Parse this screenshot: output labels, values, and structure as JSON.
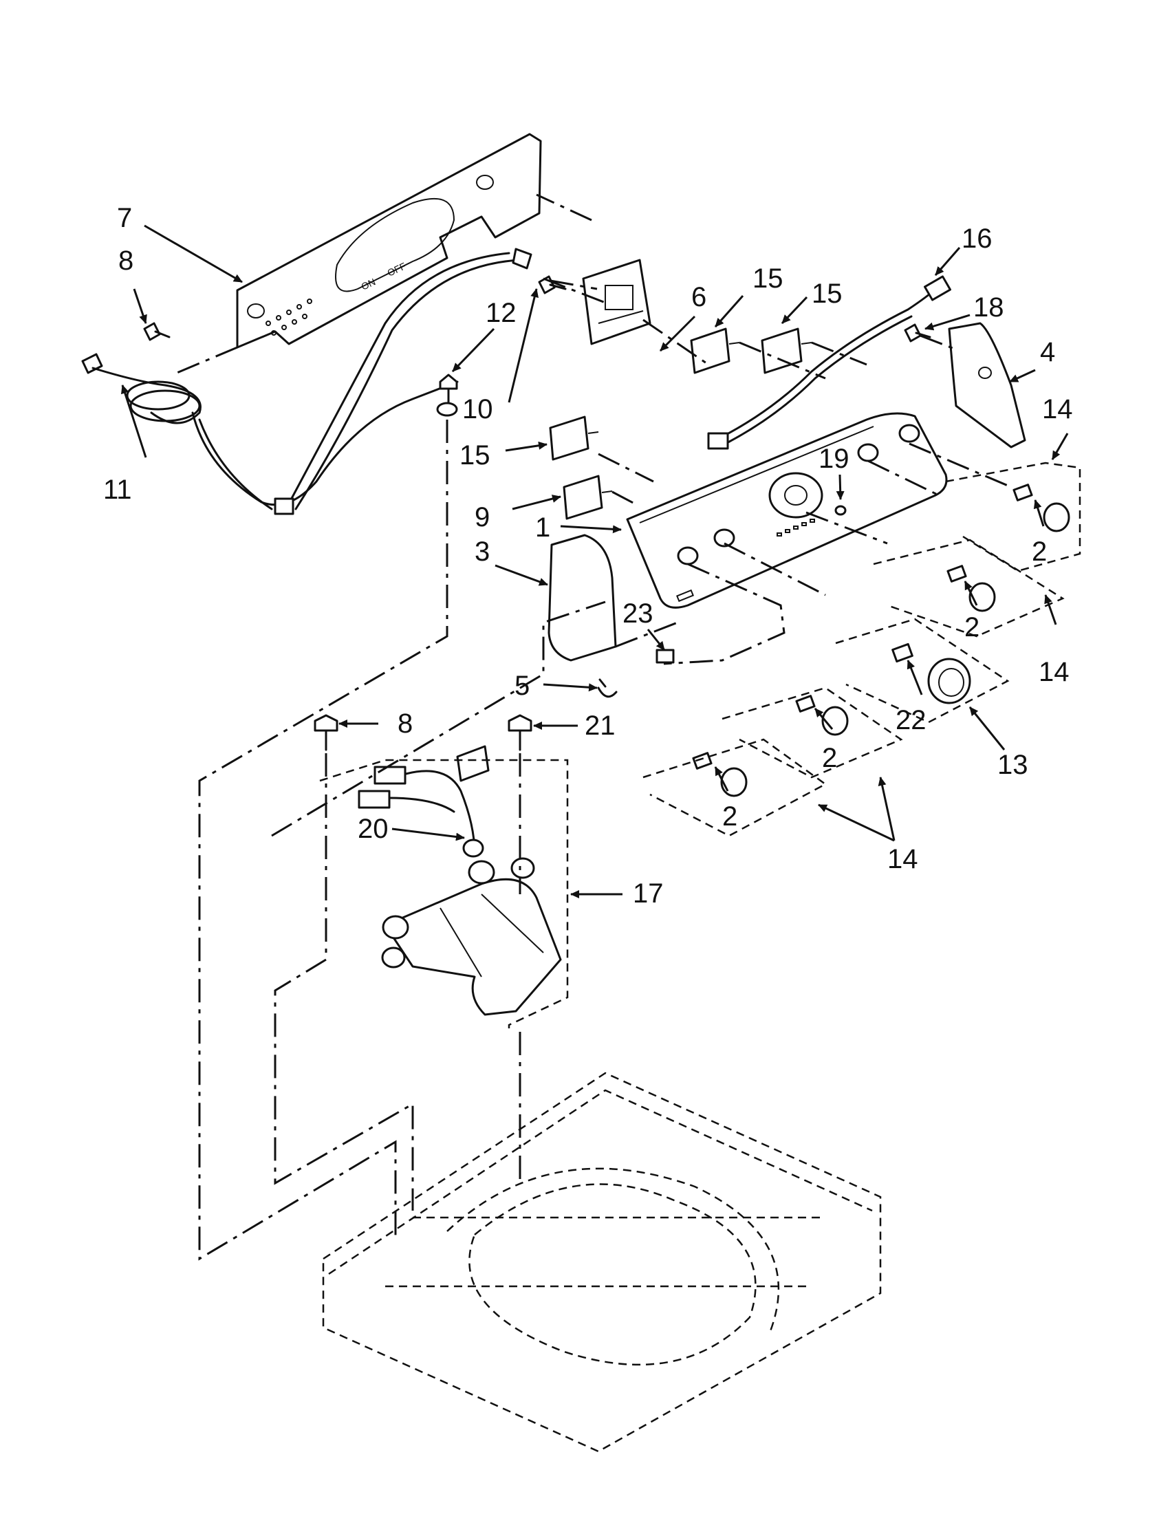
{
  "callouts": {
    "c1": "1",
    "c2a": "2",
    "c2b": "2",
    "c2c": "2",
    "c2d": "2",
    "c3": "3",
    "c4": "4",
    "c5": "5",
    "c6": "6",
    "c7": "7",
    "c8a": "8",
    "c8b": "8",
    "c9": "9",
    "c10": "10",
    "c11": "11",
    "c12": "12",
    "c13": "13",
    "c14a": "14",
    "c14b": "14",
    "c14c": "14",
    "c15a": "15",
    "c15b": "15",
    "c15c": "15",
    "c16": "16",
    "c17": "17",
    "c18": "18",
    "c19": "19",
    "c20": "20",
    "c21": "21",
    "c22": "22",
    "c23": "23"
  },
  "panel_labels": {
    "left": "ON",
    "right": "OFF"
  }
}
